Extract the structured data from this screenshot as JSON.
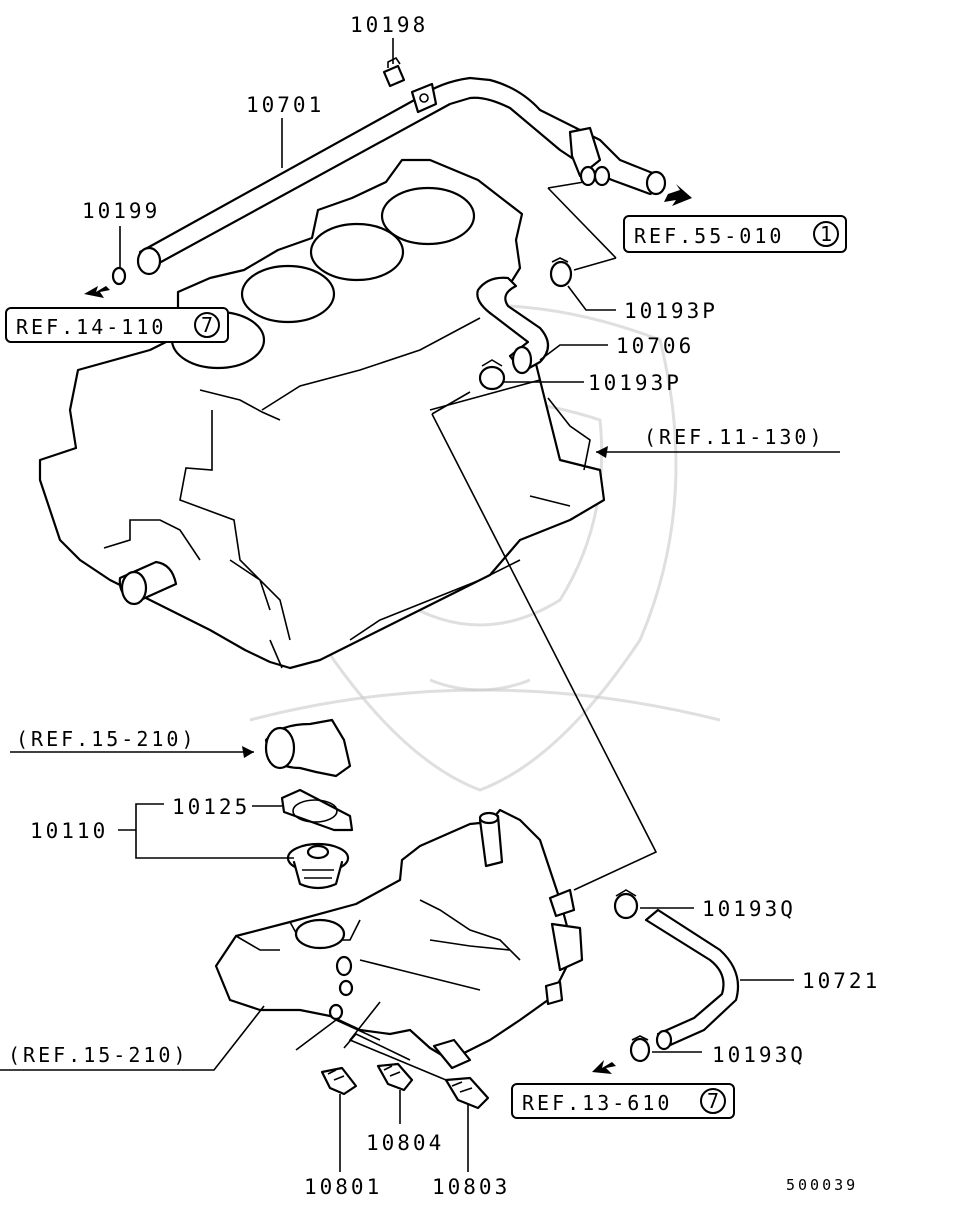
{
  "diagram": {
    "part_numbers": {
      "p10198": "10198",
      "p10701": "10701",
      "p10199": "10199",
      "p10193P_a": "10193P",
      "p10706": "10706",
      "p10193P_b": "10193P",
      "p10125": "10125",
      "p10110": "10110",
      "p10193Q_a": "10193Q",
      "p10721": "10721",
      "p10193Q_b": "10193Q",
      "p10804": "10804",
      "p10801": "10801",
      "p10803": "10803"
    },
    "references": {
      "ref55": "REF.55-010",
      "ref55_circle": "1",
      "ref14": "REF.14-110",
      "ref14_circle": "7",
      "ref11": "(REF.11-130)",
      "ref15_upper": "(REF.15-210)",
      "ref15_lower": "(REF.15-210)",
      "ref13": "REF.13-610",
      "ref13_circle": "7"
    },
    "figure_id": "500039"
  }
}
